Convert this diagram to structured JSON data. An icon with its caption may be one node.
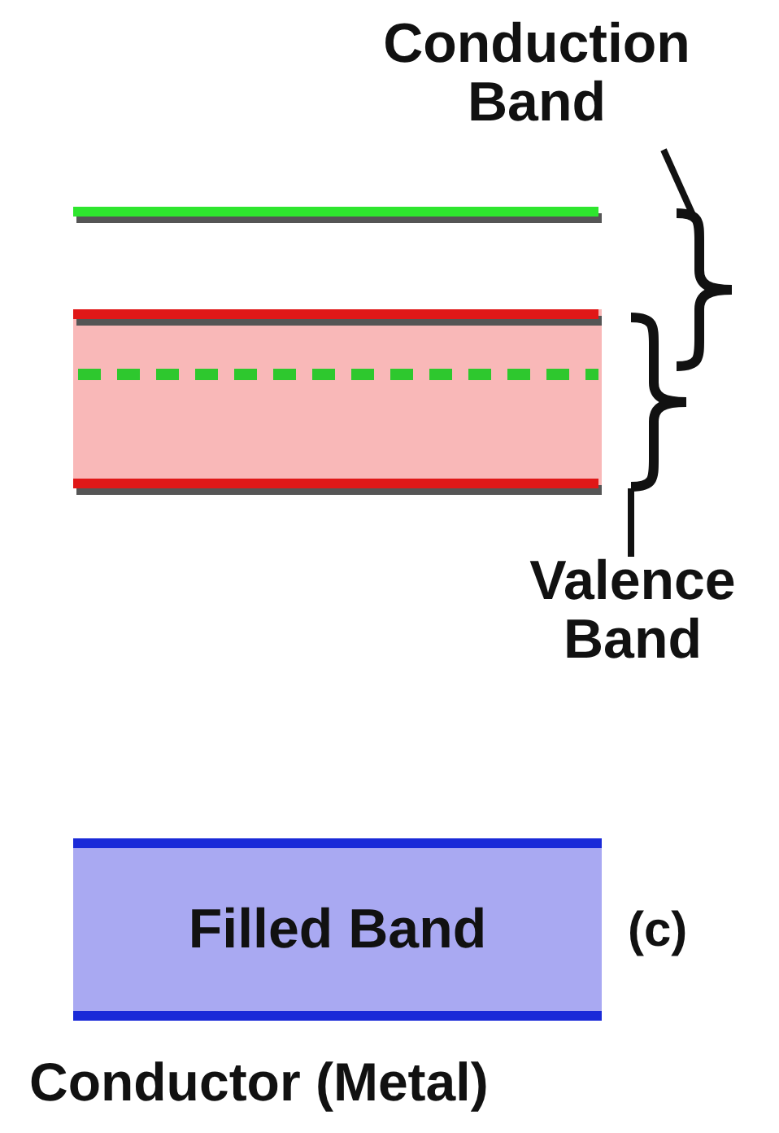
{
  "diagram": {
    "caption": "Conductor (Metal)",
    "nodes": [
      {
        "text": [
          "Conduction Band"
        ]
      },
      {
        "text": [],
        "shape": "brace"
      },
      {
        "text": [],
        "shape": "brace"
      },
      {
        "text": [
          "Valence Band"
        ]
      },
      {
        "text": [
          "Filled Band"
        ]
      }
    ],
    "edges": [
      {
        "from": 0,
        "to": 1,
        "arrow": "none"
      },
      {
        "from": 3,
        "to": 2,
        "arrow": "none"
      }
    ],
    "labels": [
      "(c)"
    ]
  }
}
